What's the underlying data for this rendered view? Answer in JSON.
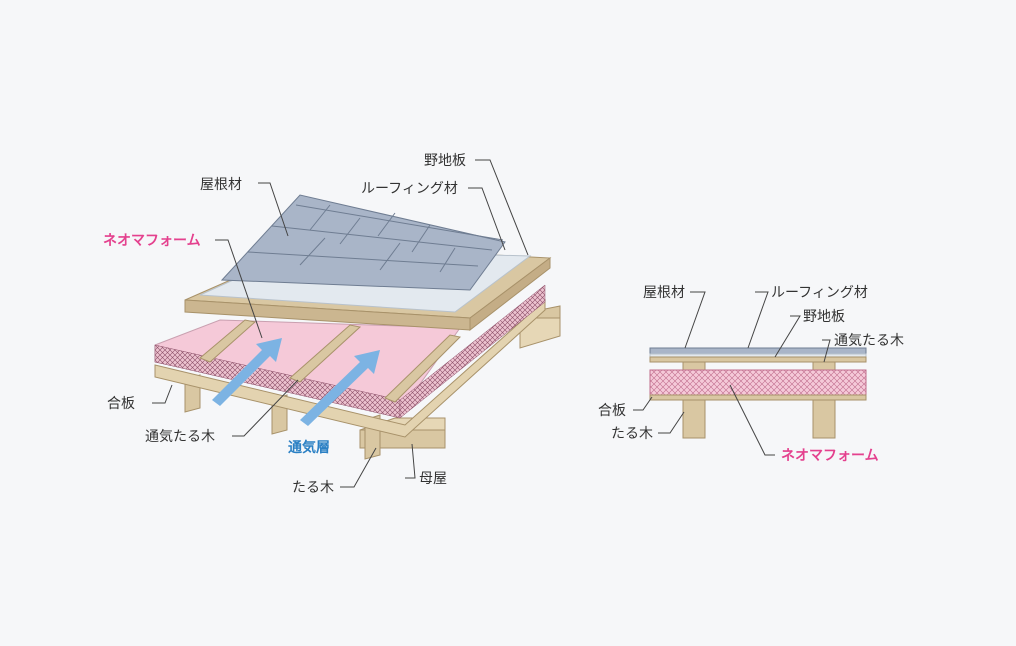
{
  "colors": {
    "background": "#f6f7f9",
    "roof_tiles": "#a9b5c8",
    "roofing_sheet": "#e3e9ef",
    "wood": "#d9c7a2",
    "wood_edge": "#a8926a",
    "insulation": "#f5c9d8",
    "airflow_arrow": "#7cb3e3",
    "highlight_pink": "#e4418e",
    "highlight_blue": "#2b80c4"
  },
  "left_diagram": {
    "labels": {
      "roofing_material": "屋根材",
      "sheathing_board": "野地板",
      "roofing_sheet": "ルーフィング材",
      "neoma_foam": "ネオマフォーム",
      "plywood": "合板",
      "vent_rafter": "通気たる木",
      "vent_layer": "通気層",
      "rafter": "たる木",
      "purlin": "母屋"
    }
  },
  "right_diagram": {
    "labels": {
      "roofing_material": "屋根材",
      "roofing_sheet": "ルーフィング材",
      "sheathing_board": "野地板",
      "vent_rafter": "通気たる木",
      "plywood": "合板",
      "rafter": "たる木",
      "neoma_foam": "ネオマフォーム"
    }
  }
}
